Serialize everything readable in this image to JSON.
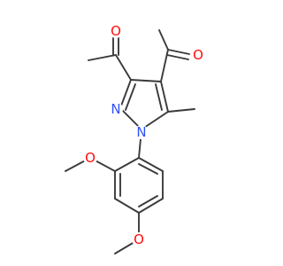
{
  "molecule": {
    "atoms": {
      "o_ketone_left": "O",
      "o_ketone_right": "O",
      "n_ring_upper": "N",
      "n_ring_lower": "N",
      "o_methoxy_upper": "O",
      "o_methoxy_lower": "O"
    }
  },
  "colors": {
    "bond": "#3a3a3a",
    "oxygen": "#ff0d0d",
    "nitrogen": "#3050f8",
    "background": "#ffffff"
  }
}
